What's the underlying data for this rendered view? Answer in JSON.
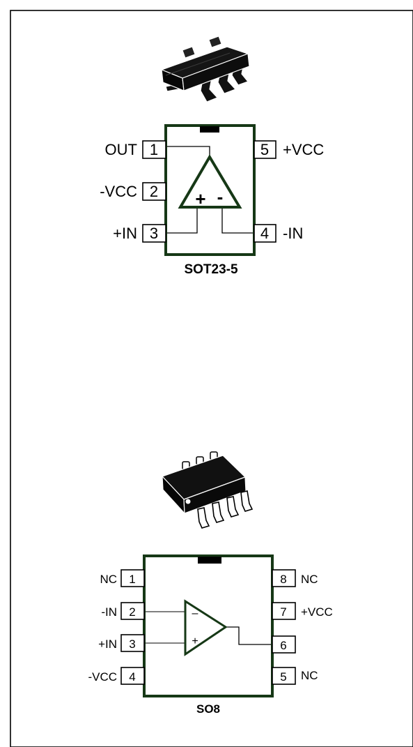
{
  "colors": {
    "outline": "#000000",
    "body": "#163816",
    "notch": "#000000"
  },
  "packages": [
    {
      "name": "SOT23-5",
      "icon": "sot23-5-chip-icon",
      "pins": [
        {
          "number": "1",
          "label": "OUT"
        },
        {
          "number": "2",
          "label": "-VCC"
        },
        {
          "number": "3",
          "label": "+IN"
        },
        {
          "number": "4",
          "label": "-IN"
        },
        {
          "number": "5",
          "label": "+VCC"
        }
      ],
      "opamp_signs": {
        "plus": "+",
        "minus": "-"
      }
    },
    {
      "name": "SO8",
      "icon": "so8-chip-icon",
      "pins": [
        {
          "number": "1",
          "label": "NC"
        },
        {
          "number": "2",
          "label": "-IN"
        },
        {
          "number": "3",
          "label": "+IN"
        },
        {
          "number": "4",
          "label": "-VCC"
        },
        {
          "number": "5",
          "label": "NC"
        },
        {
          "number": "6",
          "label": ""
        },
        {
          "number": "7",
          "label": "+VCC"
        },
        {
          "number": "8",
          "label": "NC"
        }
      ],
      "opamp_signs": {
        "plus": "+",
        "minus": "–"
      }
    }
  ]
}
